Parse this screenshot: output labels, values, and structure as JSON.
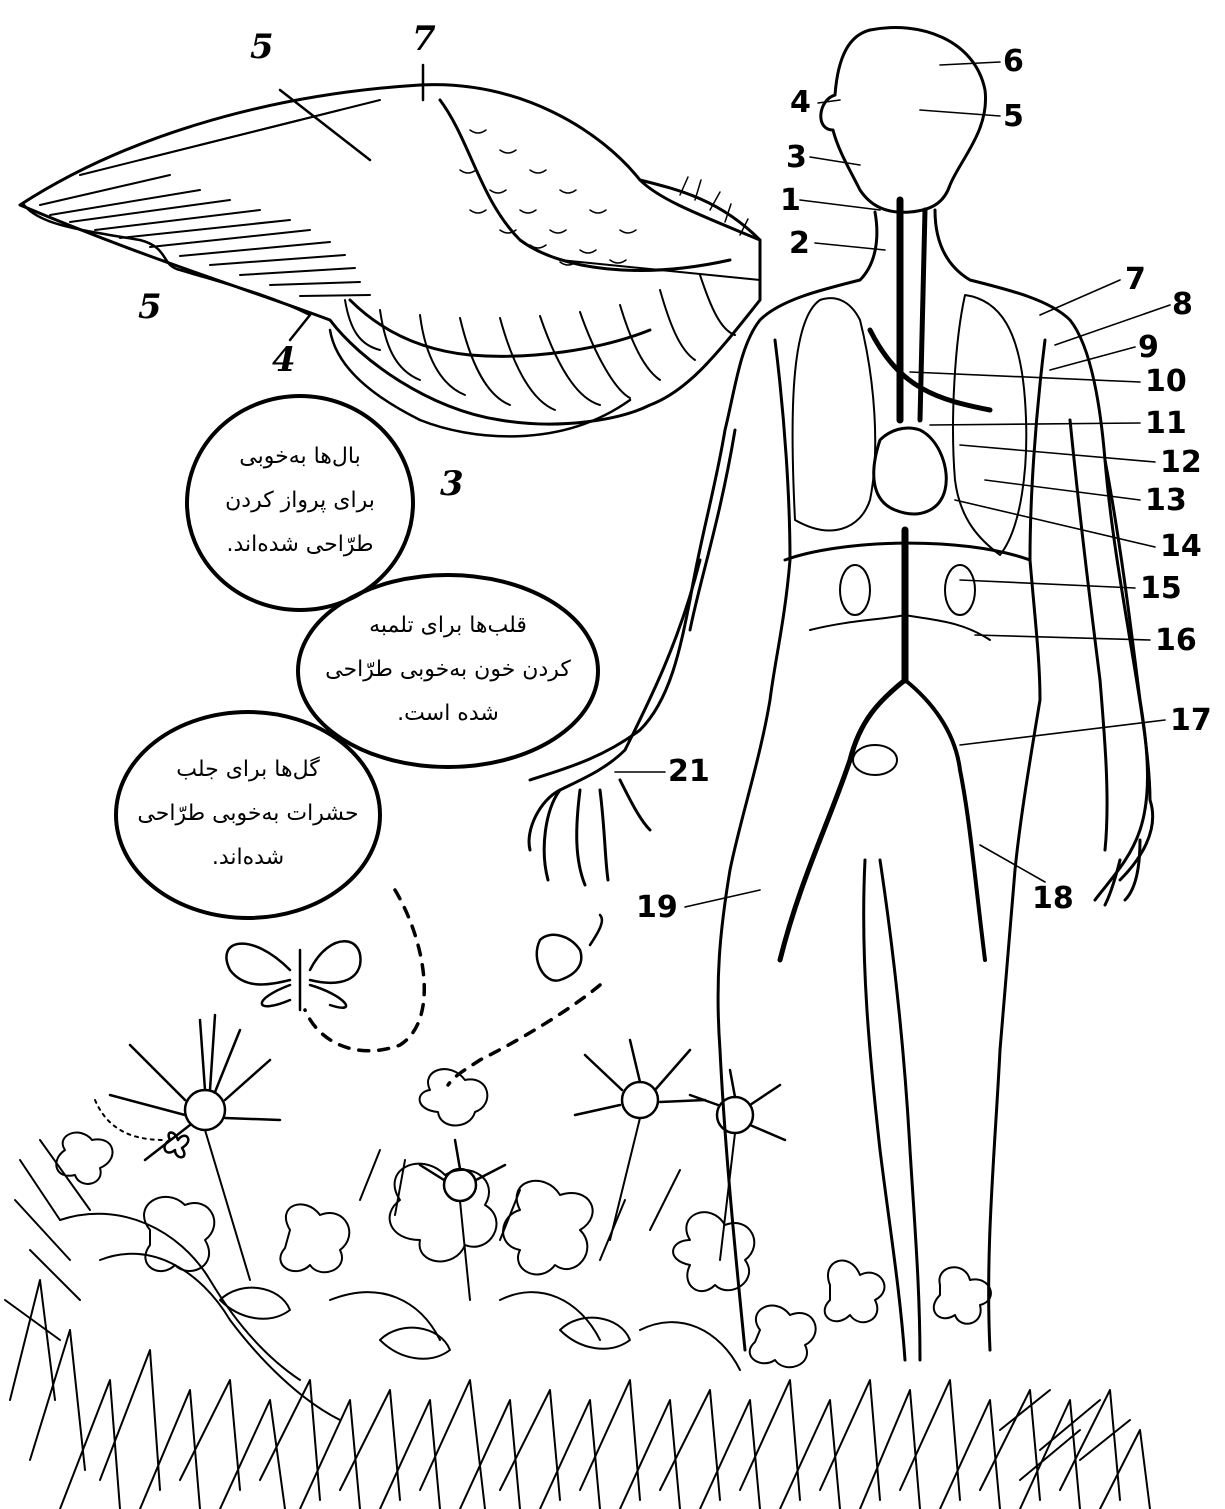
{
  "wing": {
    "labels": [
      "5",
      "7",
      "5",
      "4",
      "3"
    ]
  },
  "body": {
    "labels": [
      "6",
      "4",
      "5",
      "3",
      "1",
      "2",
      "7",
      "8",
      "9",
      "10",
      "11",
      "12",
      "13",
      "14",
      "15",
      "16",
      "17",
      "21",
      "18",
      "19"
    ]
  },
  "bubbles": [
    {
      "lines": [
        "بال‌ها به‌خوبی",
        "برای پرواز کردن",
        "طرّاحی شده‌اند."
      ]
    },
    {
      "lines": [
        "قلب‌ها برای تلمبه",
        "کردن خون به‌خوبی طرّاحی",
        "شده است."
      ]
    },
    {
      "lines": [
        "گل‌ها برای جلب",
        "حشرات به‌خوبی طرّاحی",
        "شده‌اند."
      ]
    }
  ]
}
